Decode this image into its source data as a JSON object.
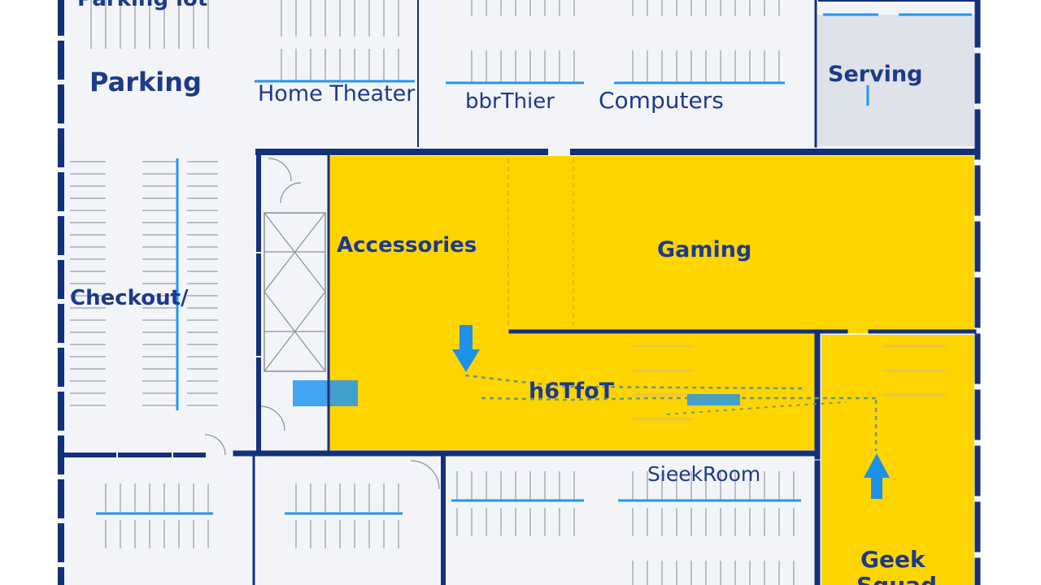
{
  "labels": {
    "top_cut": "Parking lot",
    "parking": "Parking",
    "home_theater": "Home Theater",
    "other": "bbrThier",
    "computers": "Computers",
    "serving": "Serving",
    "checkout": "Checkout/",
    "accessories": "Accessories",
    "gaming": "Gaming",
    "hotspot": "h6TfoT",
    "sleek_room": "SieekRoom",
    "geek_line1": "Geek",
    "geek_line2": "Squad"
  },
  "colors": {
    "wall": "#14307a",
    "highlight": "#ffd500",
    "floor": "#f3f4f7",
    "shelf": "#2196f3",
    "text": "#1d3a8a",
    "path": "#5b8f6a"
  }
}
